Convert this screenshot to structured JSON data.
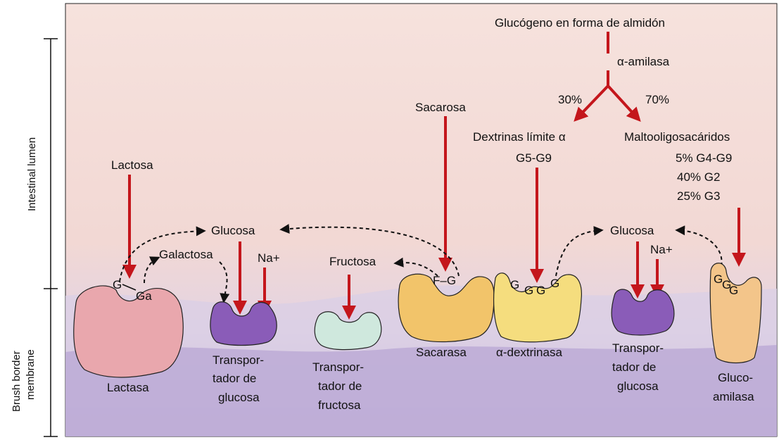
{
  "side_labels": {
    "lumen": "Intestinal lumen",
    "membrane_line1": "Brush border",
    "membrane_line2": "membrane"
  },
  "top": {
    "title": "Glucógeno en forma de almidón",
    "enzyme": "α-amilasa",
    "pct_left": "30%",
    "pct_right": "70%"
  },
  "products": {
    "dextrins": "Dextrinas límite α",
    "dextrins_formula": "G5-G9",
    "malto": "Maltooligosacáridos",
    "malto_1": "5% G4-G9",
    "malto_2": "40% G2",
    "malto_3": "25% G3"
  },
  "substrates": {
    "lactose": "Lactosa",
    "sucrose": "Sacarosa",
    "glucose_left": "Glucosa",
    "galactose": "Galactosa",
    "na_left": "Na+",
    "fructose": "Fructosa",
    "glucose_right": "Glucosa",
    "na_right": "Na+"
  },
  "bound": {
    "lactose_g": "G",
    "lactose_ga": "Ga",
    "sucrose_fg": "F–G",
    "dextrin_g1": "G",
    "dextrin_g2": "G",
    "dextrin_g3": "G",
    "dextrin_g4": "G",
    "gluco_g1": "G",
    "gluco_g2": "G",
    "gluco_g3": "G"
  },
  "enzymes": {
    "lactase": "Lactasa",
    "glu_transporter": [
      "Transpor-",
      "tador de",
      "glucosa"
    ],
    "fru_transporter": [
      "Transpor-",
      "tador de",
      "fructosa"
    ],
    "sucrase": "Sacarasa",
    "dextrinase": "α-dextrinasa",
    "glu_transporter_2": [
      "Transpor-",
      "tador de",
      "glucosa"
    ],
    "glucoamylase": [
      "Gluco-",
      "amilasa"
    ]
  },
  "colors": {
    "arrow": "#c4161c",
    "lactase": "#e9a7ad",
    "transporter": "#8a5cb8",
    "fructose_transporter": "#cfe8dd",
    "sucrase": "#f2c46a",
    "dextrinase": "#f5dd7e",
    "glucoamylase": "#f3c58a",
    "lumen_bg": "#f3d9d6",
    "membrane_bg": "#cfc6e2"
  }
}
